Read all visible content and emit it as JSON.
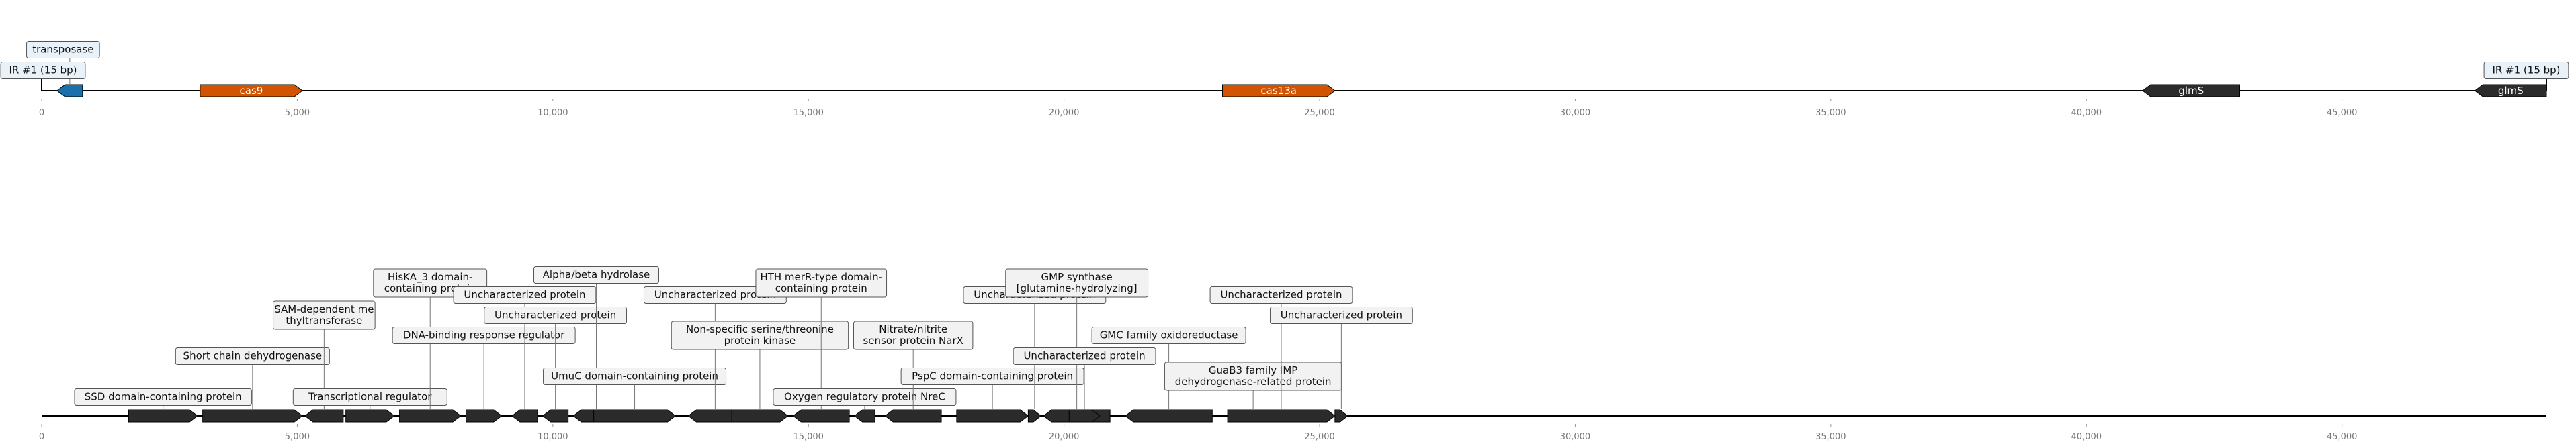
{
  "colors": {
    "cas": "#d35400",
    "transposase": "#1a6fad",
    "gene_dark": "#2b2b2b",
    "axis": "#000000",
    "tick_text": "#777777",
    "label_bg_top": "#e8f2f8",
    "label_bg": "#f2f2f2"
  },
  "top_track": {
    "axis_max_bp": 49000,
    "ticks": [
      "0",
      "5,000",
      "10,000",
      "15,000",
      "20,000",
      "25,000",
      "30,000",
      "35,000",
      "40,000",
      "45,000"
    ],
    "tick_values": [
      0,
      5000,
      10000,
      15000,
      20000,
      25000,
      30000,
      35000,
      40000,
      45000
    ],
    "features": [
      {
        "name": "transposase",
        "start": 300,
        "end": 800,
        "strand": -1,
        "color": "transposase",
        "label": "transposase",
        "label_inside": false
      },
      {
        "name": "cas9",
        "start": 3100,
        "end": 5100,
        "strand": 1,
        "color": "cas",
        "label": "cas9",
        "label_inside": true
      },
      {
        "name": "cas13a",
        "start": 23100,
        "end": 25300,
        "strand": 1,
        "color": "cas",
        "label": "cas13a",
        "label_inside": true
      },
      {
        "name": "glmS-1",
        "start": 41100,
        "end": 43000,
        "strand": -1,
        "color": "gene_dark",
        "label": "glmS",
        "label_inside": true
      },
      {
        "name": "glmS-2",
        "start": 47600,
        "end": 49000,
        "strand": -1,
        "color": "gene_dark",
        "label": "glmS",
        "label_inside": true
      }
    ],
    "repeats": [
      {
        "position": 0,
        "label": "IR #1 (15 bp)"
      },
      {
        "position": 49000,
        "label": "IR #1 (15 bp)"
      }
    ]
  },
  "bottom_track": {
    "axis_max_bp": 49000,
    "ticks": [
      "0",
      "5,000",
      "10,000",
      "15,000",
      "20,000",
      "25,000",
      "30,000",
      "35,000",
      "40,000",
      "45,000"
    ],
    "tick_values": [
      0,
      5000,
      10000,
      15000,
      20000,
      25000,
      30000,
      35000,
      40000,
      45000
    ],
    "features": [
      {
        "start": 1700,
        "end": 3050,
        "strand": 1,
        "label": [
          "SSD domain-containing protein"
        ],
        "level": 1
      },
      {
        "start": 3150,
        "end": 5100,
        "strand": 1,
        "label": [
          "Short chain dehydrogenase"
        ],
        "level": 3
      },
      {
        "start": 5150,
        "end": 5900,
        "strand": -1,
        "label": [
          "SAM-dependent me",
          "thyltransferase"
        ],
        "level": 5
      },
      {
        "start": 5950,
        "end": 6900,
        "strand": 1,
        "label": [
          "Transcriptional regulator"
        ],
        "level": 1
      },
      {
        "start": 7000,
        "end": 8200,
        "strand": 1,
        "label": [
          "HisKA_3 domain-",
          "containing protein"
        ],
        "level": 8
      },
      {
        "start": 8300,
        "end": 9000,
        "strand": 1,
        "label": [
          "DNA-binding response regulator"
        ],
        "level": 4
      },
      {
        "start": 9200,
        "end": 9700,
        "strand": -1,
        "label": [
          "Uncharacterized protein"
        ],
        "level": 6
      },
      {
        "start": 9800,
        "end": 10300,
        "strand": -1,
        "label": [
          "Uncharacterized protein"
        ],
        "level": 5
      },
      {
        "start": 10400,
        "end": 11300,
        "strand": -1,
        "label": [
          "Alpha/beta hydrolase"
        ],
        "level": 7
      },
      {
        "start": 10800,
        "end": 12400,
        "strand": 1,
        "label": [
          "UmuC domain-containing protein"
        ],
        "level": 2
      },
      {
        "start": 12650,
        "end": 13700,
        "strand": -1,
        "label": [
          "Uncharacterized protein"
        ],
        "level": 6
      },
      {
        "start": 13500,
        "end": 14600,
        "strand": 1,
        "label": [
          "Non-specific serine/threonine",
          "protein kinase"
        ],
        "level": 4
      },
      {
        "start": 14700,
        "end": 15800,
        "strand": -1,
        "label": [
          "HTH merR-type domain-",
          "containing protein"
        ],
        "level": 8
      },
      {
        "start": 15900,
        "end": 16300,
        "strand": -1,
        "label": [
          "Oxygen regulatory protein NreC"
        ],
        "level": 1
      },
      {
        "start": 16500,
        "end": 17600,
        "strand": -1,
        "label": [
          "Nitrate/nitrite",
          "sensor protein NarX"
        ],
        "level": 4
      },
      {
        "start": 17900,
        "end": 19300,
        "strand": 1,
        "label": [
          "PspC domain-containing protein"
        ],
        "level": 2
      },
      {
        "start": 19300,
        "end": 19550,
        "strand": 1,
        "label": [
          "Uncharacterized protein"
        ],
        "level": 6
      },
      {
        "start": 19600,
        "end": 20900,
        "strand": -1,
        "label": [
          "GMP synthase",
          "[glutamine-hydrolyzing]"
        ],
        "level": 8
      },
      {
        "start": 20100,
        "end": 20700,
        "strand": 1,
        "label": [
          "Uncharacterized protein"
        ],
        "level": 3
      },
      {
        "start": 21200,
        "end": 22900,
        "strand": -1,
        "label": [
          "GMC family oxidoreductase"
        ],
        "level": 4
      },
      {
        "start": 23200,
        "end": 24200,
        "strand": -1,
        "label": [
          "GuaB3 family IMP",
          "dehydrogenase-related protein"
        ],
        "level": 2
      },
      {
        "start": 23200,
        "end": 25300,
        "strand": 1,
        "label": [
          "Uncharacterized protein"
        ],
        "level": 6
      },
      {
        "start": 25300,
        "end": 25550,
        "strand": 1,
        "label": [
          "Uncharacterized protein"
        ],
        "level": 5
      }
    ]
  }
}
